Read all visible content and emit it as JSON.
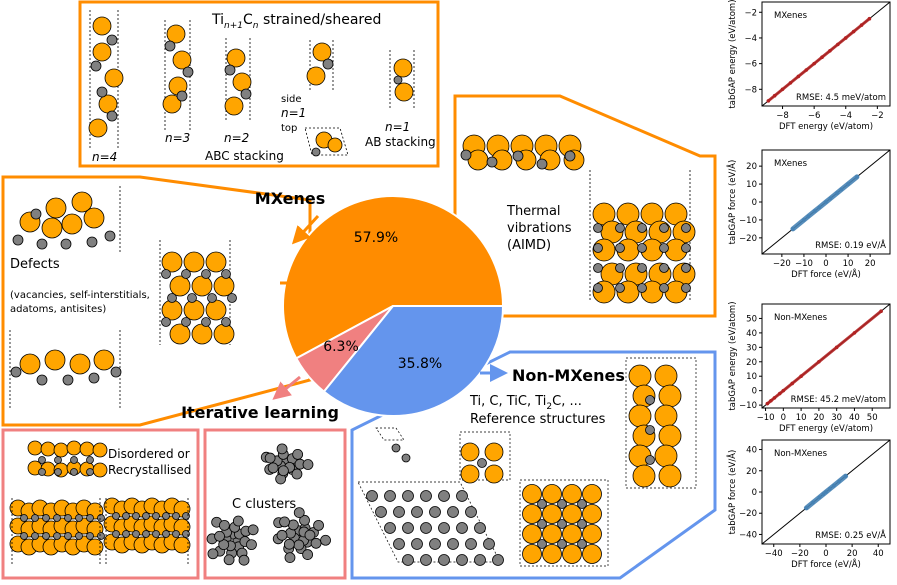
{
  "pie": {
    "slices": [
      {
        "label": "MXenes",
        "percent": 57.9,
        "color": "#ff8c00"
      },
      {
        "label": "Non-MXenes",
        "percent": 35.8,
        "color": "#6495ed"
      },
      {
        "label": "Iterative learning",
        "percent": 6.3,
        "color": "#f08080"
      }
    ],
    "pct_mx": "57.9%",
    "pct_non": "35.8%",
    "pct_iter": "6.3%"
  },
  "labels": {
    "mxenes": "MXenes",
    "non_mxenes": "Non-MXenes",
    "iterative": "Iterative learning",
    "strained_ti": "Ti",
    "strained_sub": "n+1",
    "strained_c": "C",
    "strained_n": "n",
    "strained_rest": " strained/sheared",
    "n4": "n=4",
    "n3": "n=3",
    "n2": "n=2",
    "n1a": "n=1",
    "n1b": "n=1",
    "abc": "ABC stacking",
    "ab": "AB stacking",
    "side": "side",
    "top": "top",
    "defects": "Defects",
    "defects_sub1": "(vacancies, self-interstitials,",
    "defects_sub2": "adatoms, antisites)",
    "thermal1": "Thermal",
    "thermal2": "vibrations",
    "thermal3": "(AIMD)",
    "ref1": "Ti, C, TiC, Ti",
    "ref1_sub": "2",
    "ref1_end": "C, ...",
    "ref2": "Reference structures",
    "disordered1": "Disordered or",
    "disordered2": "Recrystallised",
    "cclusters": "C clusters"
  },
  "chart_data": [
    {
      "type": "scatter",
      "label": "MXenes",
      "xlabel": "DFT energy (eV/atom)",
      "ylabel": "tabGAP energy (eV/atom)",
      "xlim": [
        -9.3,
        -1.2
      ],
      "ylim": [
        -9.3,
        -1.2
      ],
      "xticks": [
        -8,
        -6,
        -4,
        -2
      ],
      "yticks": [
        -8,
        -6,
        -4,
        -2
      ],
      "rmse": "RMSE: 4.5 meV/atom",
      "color": "#b22222",
      "x": [
        -8.9,
        -8.5,
        -8.0,
        -7.5,
        -7.0,
        -6.5,
        -6.0,
        -5.5,
        -5.0,
        -4.5,
        -4.0,
        -3.5,
        -3.0,
        -2.5
      ],
      "y": [
        -8.9,
        -8.5,
        -8.0,
        -7.5,
        -7.0,
        -6.5,
        -6.0,
        -5.5,
        -5.0,
        -4.5,
        -4.0,
        -3.5,
        -3.0,
        -2.5
      ]
    },
    {
      "type": "scatter",
      "label": "MXenes",
      "xlabel": "DFT force (eV/Å)",
      "ylabel": "tabGAP force (eV/Å)",
      "xlim": [
        -29,
        29
      ],
      "ylim": [
        -29,
        29
      ],
      "xticks": [
        -20,
        -10,
        0,
        10,
        20
      ],
      "yticks": [
        -20,
        -10,
        0,
        10,
        20
      ],
      "rmse": "RMSE: 0.19 eV/Å",
      "color": "#4682b4",
      "x": [
        -15,
        -10,
        -8,
        -5,
        -3,
        0,
        2,
        5,
        7,
        10,
        14
      ],
      "y": [
        -15,
        -10,
        -8,
        -5,
        -3,
        0,
        2,
        5,
        7,
        10,
        14
      ]
    },
    {
      "type": "scatter",
      "label": "Non-MXenes",
      "xlabel": "DFT energy (eV/atom)",
      "ylabel": "tabGAP energy (eV/atom)",
      "xlim": [
        -12,
        60
      ],
      "ylim": [
        -12,
        60
      ],
      "xticks": [
        -10,
        0,
        10,
        20,
        30,
        40,
        50
      ],
      "yticks": [
        -10,
        0,
        10,
        20,
        30,
        40,
        50
      ],
      "rmse": "RMSE: 45.2 meV/atom",
      "color": "#b22222",
      "x": [
        -9,
        -7,
        -5,
        -2,
        0,
        5,
        10,
        20,
        30,
        40,
        55
      ],
      "y": [
        -9,
        -7,
        -5,
        -2,
        0,
        5,
        10,
        20,
        30,
        40,
        55
      ]
    },
    {
      "type": "scatter",
      "label": "Non-MXenes",
      "xlabel": "DFT force (eV/Å)",
      "ylabel": "tabGAP force (eV/Å)",
      "xlim": [
        -49,
        49
      ],
      "ylim": [
        -49,
        49
      ],
      "xticks": [
        -40,
        -20,
        0,
        20,
        40
      ],
      "yticks": [
        -40,
        -20,
        0,
        20,
        40
      ],
      "rmse": "RMSE: 0.25 eV/Å",
      "color": "#4682b4",
      "x": [
        -15,
        -10,
        -5,
        -2,
        0,
        3,
        6,
        10,
        15
      ],
      "y": [
        -15,
        -10,
        -5,
        -2,
        0,
        3,
        6,
        10,
        15
      ]
    }
  ]
}
